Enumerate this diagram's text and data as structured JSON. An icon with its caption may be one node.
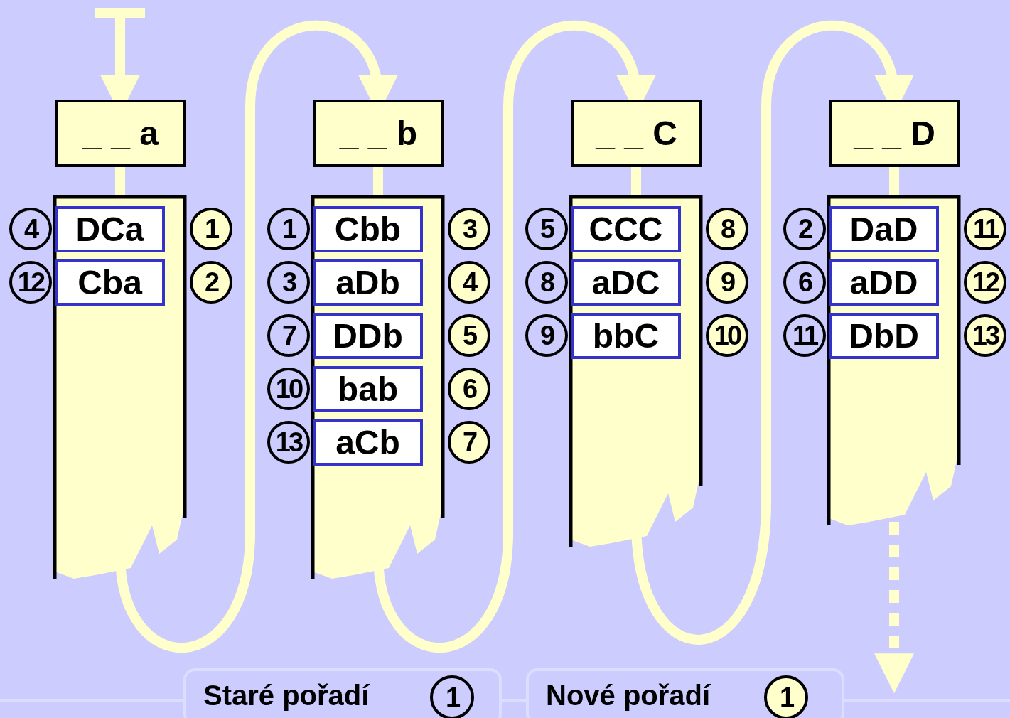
{
  "diagram": {
    "nodes": [
      {
        "text": [
          "_ _ a"
        ]
      },
      {
        "text": [],
        "shape": "box"
      },
      {
        "text": [
          "DCa"
        ],
        "in": 1,
        "beside": [
          "4",
          "1"
        ]
      },
      {
        "text": [
          "Cba"
        ],
        "in": 1,
        "beside": [
          "12",
          "2"
        ]
      },
      {
        "text": [
          "_ _ b"
        ]
      },
      {
        "text": [],
        "shape": "box"
      },
      {
        "text": [
          "Cbb"
        ],
        "in": 5,
        "beside": [
          "1",
          "3"
        ]
      },
      {
        "text": [
          "aDb"
        ],
        "in": 5,
        "beside": [
          "3",
          "4"
        ]
      },
      {
        "text": [
          "DDb"
        ],
        "in": 5,
        "beside": [
          "7",
          "5"
        ]
      },
      {
        "text": [
          "bab"
        ],
        "in": 5,
        "beside": [
          "10",
          "6"
        ]
      },
      {
        "text": [
          "aCb"
        ],
        "in": 5,
        "beside": [
          "13",
          "7"
        ]
      },
      {
        "text": [
          "_ _ C"
        ]
      },
      {
        "text": [],
        "shape": "box"
      },
      {
        "text": [
          "CCC"
        ],
        "in": 12,
        "beside": [
          "5",
          "8"
        ]
      },
      {
        "text": [
          "aDC"
        ],
        "in": 12,
        "beside": [
          "8",
          "9"
        ]
      },
      {
        "text": [
          "bbC"
        ],
        "in": 12,
        "beside": [
          "9",
          "10"
        ]
      },
      {
        "text": [
          "_ _ D"
        ]
      },
      {
        "text": [],
        "shape": "box"
      },
      {
        "text": [
          "DaD"
        ],
        "in": 17,
        "beside": [
          "2",
          "11"
        ]
      },
      {
        "text": [
          "aDD"
        ],
        "in": 17,
        "beside": [
          "6",
          "12"
        ]
      },
      {
        "text": [
          "DbD"
        ],
        "in": 17,
        "beside": [
          "11",
          "13"
        ]
      }
    ],
    "edges": [
      {
        "from": null,
        "to": 0,
        "arrow": "to"
      },
      {
        "from": 0,
        "to": 1,
        "arrow": "none"
      },
      {
        "from": 1,
        "to": 4,
        "arrow": "to"
      },
      {
        "from": 4,
        "to": 5,
        "arrow": "none"
      },
      {
        "from": 5,
        "to": 11,
        "arrow": "to"
      },
      {
        "from": 11,
        "to": 12,
        "arrow": "none"
      },
      {
        "from": 12,
        "to": 16,
        "arrow": "to"
      },
      {
        "from": 16,
        "to": 17,
        "arrow": "none"
      },
      {
        "from": 17,
        "to": null,
        "arrow": "to",
        "style": "dashed"
      }
    ],
    "labels": [
      "Staré pořadí",
      "1",
      "Nové pořadí",
      "1"
    ]
  }
}
